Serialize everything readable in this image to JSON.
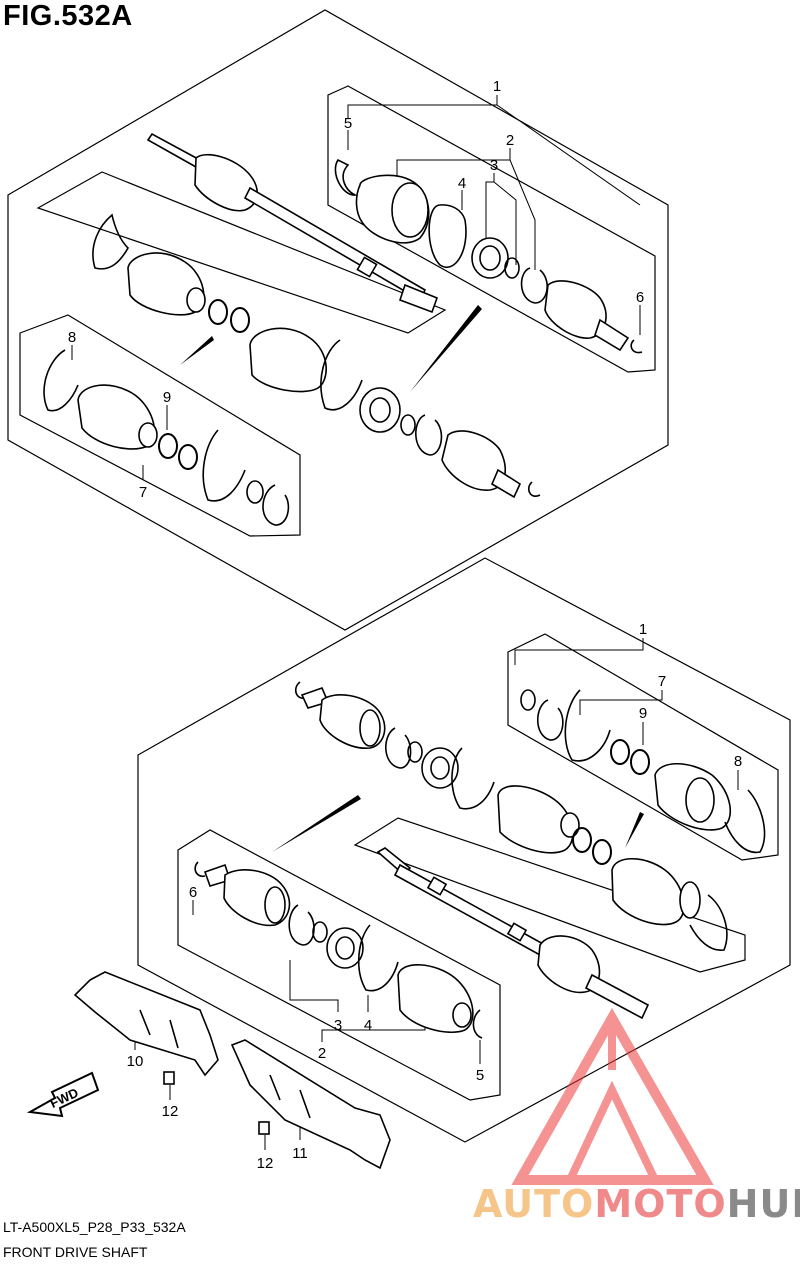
{
  "figure": {
    "title": "FIG.532A",
    "code": "LT-A500XL5_P28_P33_532A",
    "name": "FRONT DRIVE SHAFT"
  },
  "callouts": {
    "upper": [
      "1",
      "2",
      "3",
      "4",
      "5",
      "6",
      "7",
      "8",
      "9"
    ],
    "lower": [
      "1",
      "7",
      "9",
      "8",
      "6",
      "3",
      "4",
      "2",
      "5",
      "10",
      "11",
      "12",
      "12"
    ]
  },
  "fwd_label": "FWD",
  "watermark": {
    "part1": "AUTO",
    "part2": "MOTO",
    "part3": "HUB",
    "colors": {
      "auto": "#f6c58a",
      "moto": "#f08a8a",
      "hub": "#8a8a8a",
      "logo": "#ee3a3a"
    }
  }
}
